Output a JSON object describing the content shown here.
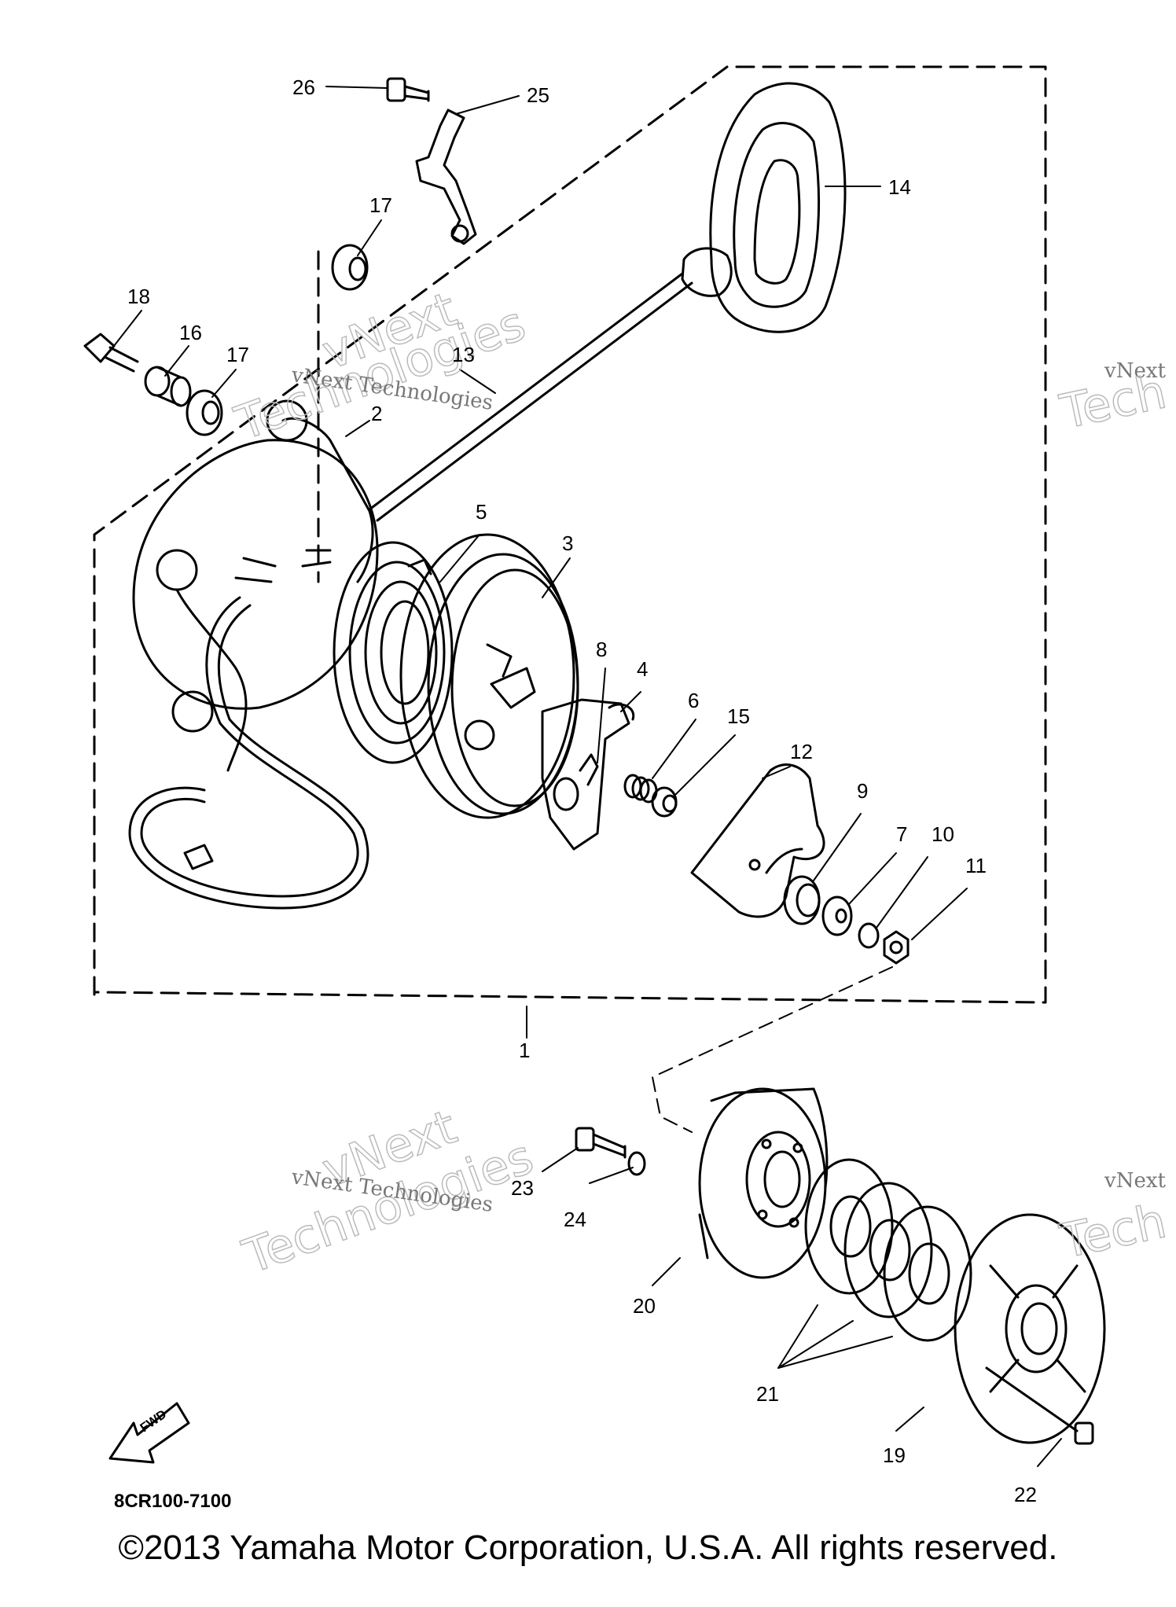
{
  "diagram": {
    "callouts": [
      "1",
      "2",
      "3",
      "4",
      "5",
      "6",
      "7",
      "8",
      "9",
      "10",
      "11",
      "12",
      "13",
      "14",
      "15",
      "16",
      "17",
      "17",
      "18",
      "19",
      "20",
      "21",
      "22",
      "23",
      "24",
      "25",
      "26"
    ],
    "part_code": "8CR100-7100",
    "fwd_label": "FWD",
    "watermark": {
      "text": "vNext Technologies",
      "big_1": "vNext",
      "big_2": "Technologies",
      "edge_1": "vNext",
      "edge_2": "Tech"
    }
  },
  "footer": {
    "copyright": "©2013 Yamaha Motor Corporation, U.S.A. All rights reserved."
  }
}
